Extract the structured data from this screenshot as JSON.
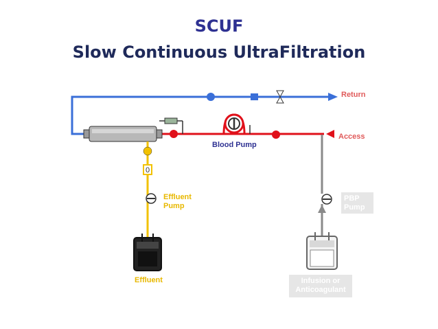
{
  "title": "SCUF",
  "subtitle": "Slow Continuous UltraFiltration",
  "labels": {
    "return": "Return",
    "access": "Access",
    "blood_pump": "Blood Pump",
    "effluent_pump_line1": "Effluent",
    "effluent_pump_line2": "Pump",
    "effluent": "Effluent",
    "pbp_pump_line1": "PBP",
    "pbp_pump_line2": "Pump",
    "infusion_line1": "Infusion or",
    "infusion_line2": "Anticoagulant",
    "pressure_gauge": "0"
  },
  "colors": {
    "return_line": "#3a6fd8",
    "access_line": "#e0101a",
    "effluent_line": "#f2c200",
    "pbp_line": "#8a8a8a",
    "title": "#2e3192"
  }
}
